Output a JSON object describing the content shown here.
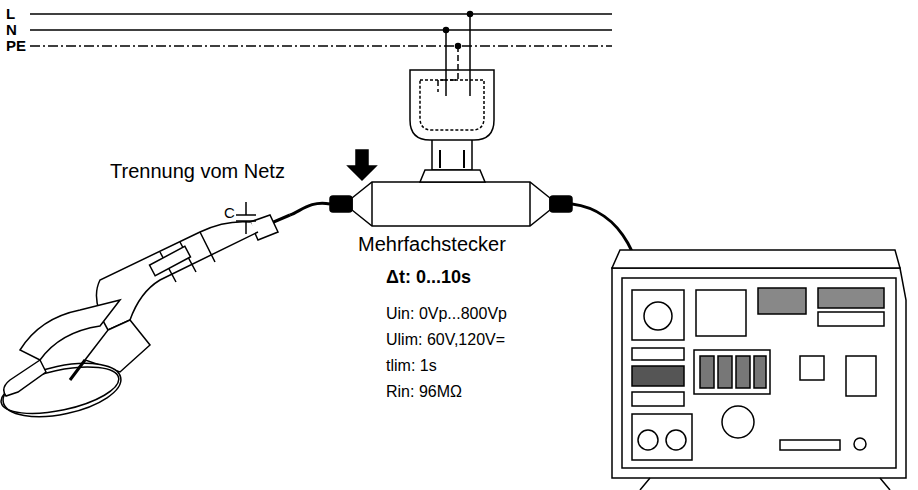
{
  "diagram": {
    "labels": [
      "L",
      "N",
      "PE",
      "Trennung vom Netz",
      "Mehrfachstecker",
      "C",
      "Δt: 0...10s",
      "Uin: 0Vp...800Vp",
      "Ulim: 60V,120V=",
      "tlim: 1s",
      "Rin: 96MΩ"
    ]
  }
}
